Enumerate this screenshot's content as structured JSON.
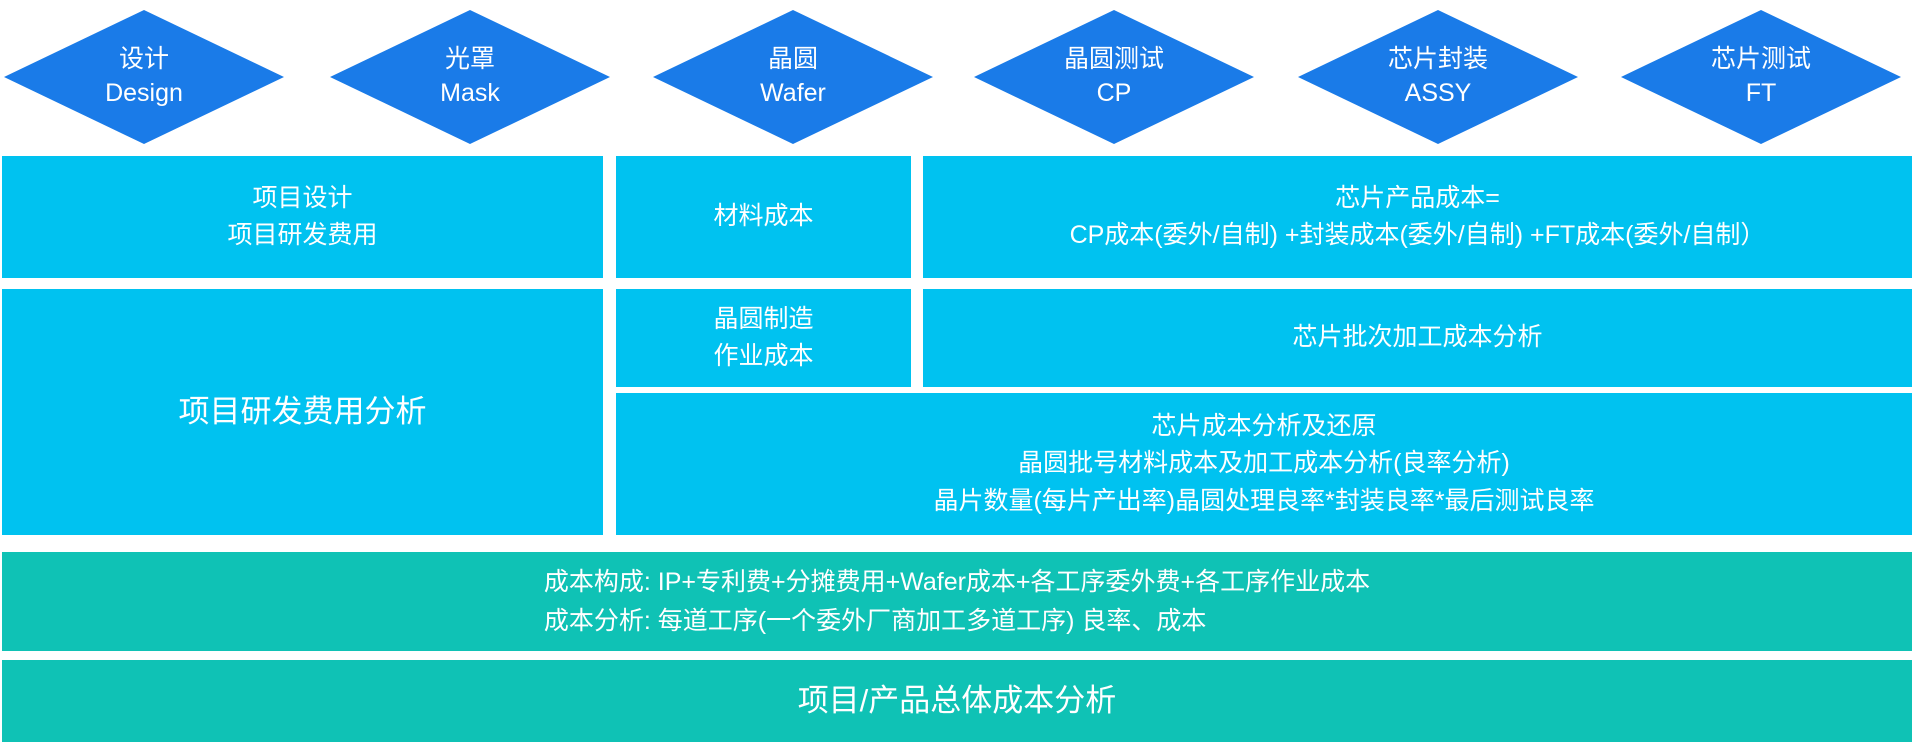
{
  "colors": {
    "diamond_blue": "#1A7BE8",
    "box_cyan": "#00C2F0",
    "box_teal": "#0FC2B5",
    "text": "#FFFFFF"
  },
  "stages": [
    {
      "zh": "设计",
      "en": "Design"
    },
    {
      "zh": "光罩",
      "en": "Mask"
    },
    {
      "zh": "晶圆",
      "en": "Wafer"
    },
    {
      "zh": "晶圆测试",
      "en": "CP"
    },
    {
      "zh": "芯片封装",
      "en": "ASSY"
    },
    {
      "zh": "芯片测试",
      "en": "FT"
    }
  ],
  "boxes": {
    "project_design": {
      "line1": "项目设计",
      "line2": "项目研发费用"
    },
    "material_cost": {
      "line1": "材料成本"
    },
    "chip_product_cost": {
      "line1": "芯片产品成本=",
      "line2": "CP成本(委外/自制) +封装成本(委外/自制) +FT成本(委外/自制）"
    },
    "rd_expense_analysis": {
      "line1": "项目研发费用分析"
    },
    "wafer_fab_cost": {
      "line1": "晶圆制造",
      "line2": "作业成本"
    },
    "chip_batch_cost": {
      "line1": "芯片批次加工成本分析"
    },
    "chip_cost_analysis": {
      "line1": "芯片成本分析及还原",
      "line2": "晶圆批号材料成本及加工成本分析(良率分析)",
      "line3": "晶片数量(每片产出率)晶圆处理良率*封装良率*最后测试良率"
    },
    "cost_structure": {
      "line1": "成本构成: IP+专利费+分摊费用+Wafer成本+各工序委外费+各工序作业成本",
      "line2": "成本分析: 每道工序(一个委外厂商加工多道工序) 良率、成本"
    },
    "total_cost": {
      "line1": "项目/产品总体成本分析"
    }
  }
}
